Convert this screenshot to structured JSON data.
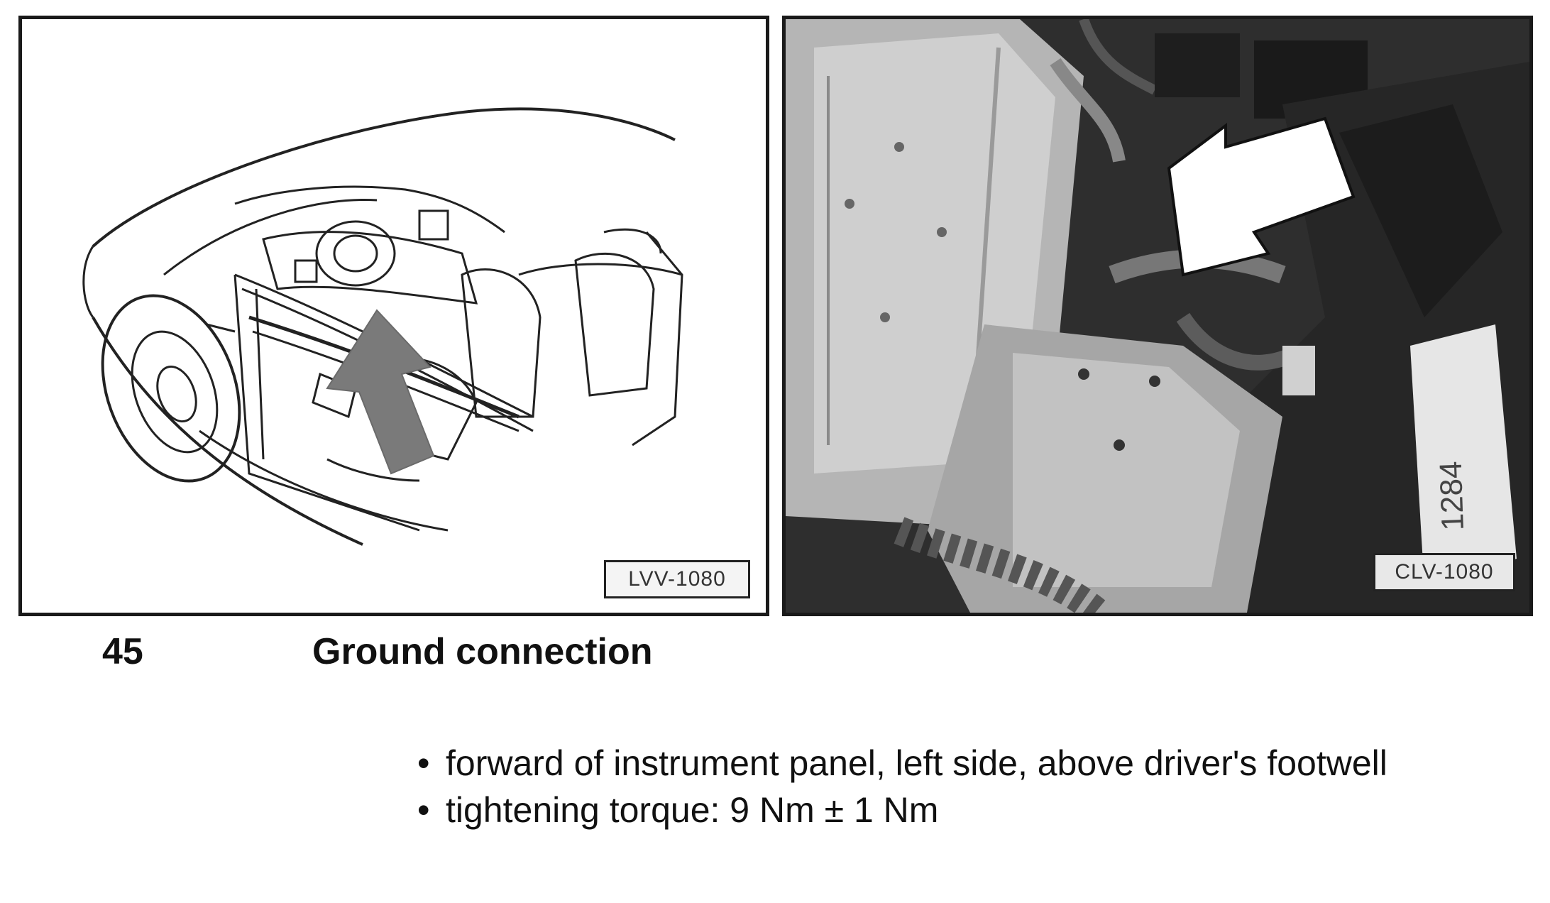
{
  "figures": {
    "left": {
      "code": "LVV-1080",
      "kind": "line-drawing"
    },
    "right": {
      "code": "CLV-1080",
      "kind": "photo",
      "sticker_text": "1284"
    }
  },
  "item": {
    "number": "45",
    "title": "Ground connection"
  },
  "bullets": [
    "forward of instrument panel, left side, above driver's footwell",
    "tightening torque: 9 Nm ± 1 Nm"
  ]
}
